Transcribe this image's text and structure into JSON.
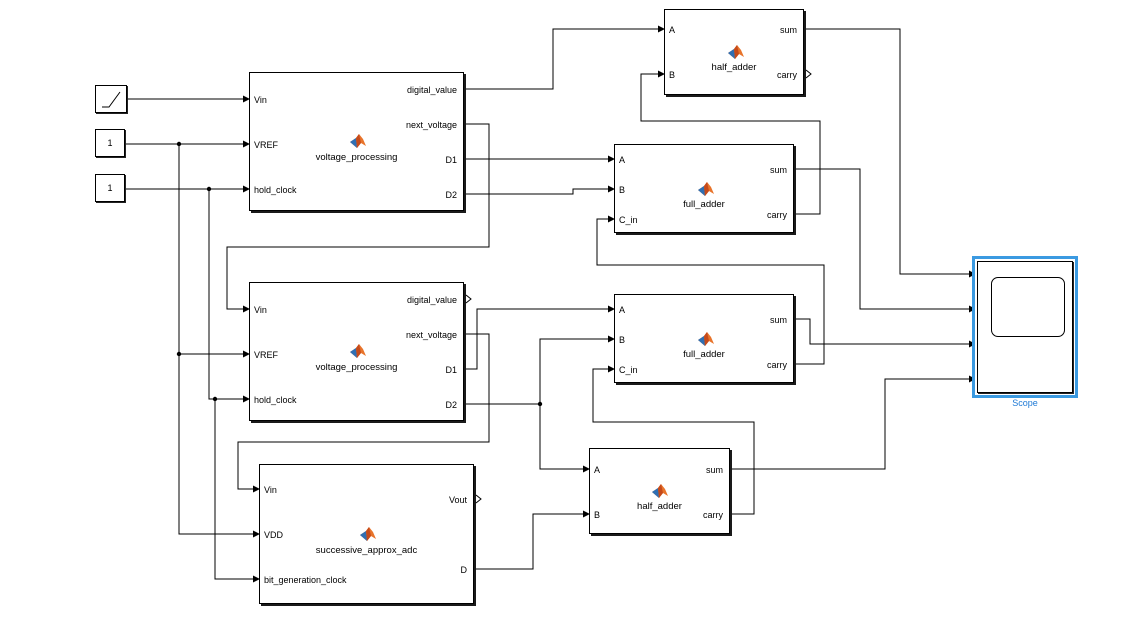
{
  "colors": {
    "wire": "#000000",
    "scope_highlight": "#3b9ae1",
    "scope_label": "#1f7ad6"
  },
  "icons": {
    "function_block": "matlab-membrane-logo",
    "scope": "scope-screen",
    "ramp": "ramp-source"
  },
  "sources": {
    "ramp": {
      "label": ""
    },
    "const1": {
      "value": "1"
    },
    "const2": {
      "value": "1"
    }
  },
  "vp1": {
    "name": "voltage_processing",
    "inputs": [
      "Vin",
      "VREF",
      "hold_clock"
    ],
    "outputs": [
      "digital_value",
      "next_voltage",
      "D1",
      "D2"
    ]
  },
  "vp2": {
    "name": "voltage_processing",
    "inputs": [
      "Vin",
      "VREF",
      "hold_clock"
    ],
    "outputs": [
      "digital_value",
      "next_voltage",
      "D1",
      "D2"
    ]
  },
  "adc": {
    "name": "successive_approx_adc",
    "inputs": [
      "Vin",
      "VDD",
      "bit_generation_clock"
    ],
    "outputs": [
      "Vout",
      "D"
    ]
  },
  "ha1": {
    "name": "half_adder",
    "inputs": [
      "A",
      "B"
    ],
    "outputs": [
      "sum",
      "carry"
    ]
  },
  "fa1": {
    "name": "full_adder",
    "inputs": [
      "A",
      "B",
      "C_in"
    ],
    "outputs": [
      "sum",
      "carry"
    ]
  },
  "fa2": {
    "name": "full_adder",
    "inputs": [
      "A",
      "B",
      "C_in"
    ],
    "outputs": [
      "sum",
      "carry"
    ]
  },
  "ha2": {
    "name": "half_adder",
    "inputs": [
      "A",
      "B"
    ],
    "outputs": [
      "sum",
      "carry"
    ]
  },
  "scope": {
    "label": "Scope"
  }
}
